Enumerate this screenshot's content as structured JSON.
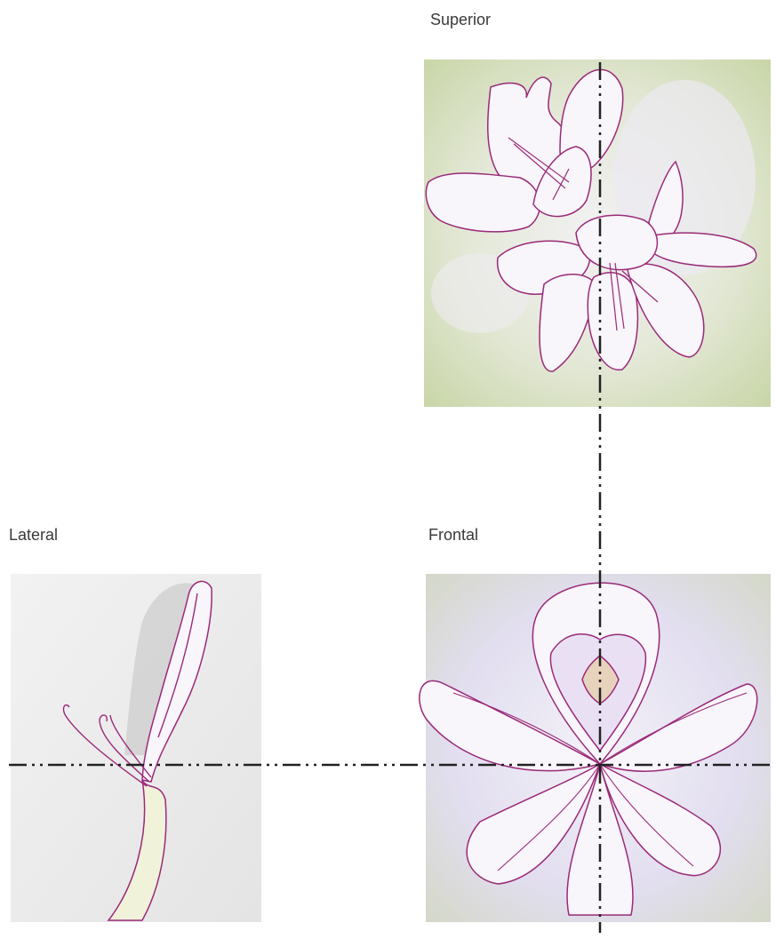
{
  "views": {
    "superior": {
      "label": "Superior"
    },
    "lateral": {
      "label": "Lateral"
    },
    "frontal": {
      "label": "Frontal"
    }
  },
  "colors": {
    "outline": "#9a2a78",
    "axis": "#222222",
    "superior_bg": "#dfe6c8",
    "lateral_bg": "#ececec",
    "frontal_bg": "#e6e4ee",
    "petal_fill": "#f7f4fb",
    "center_fill": "#e7d2bc",
    "stem_fill": "#f1f2da"
  }
}
